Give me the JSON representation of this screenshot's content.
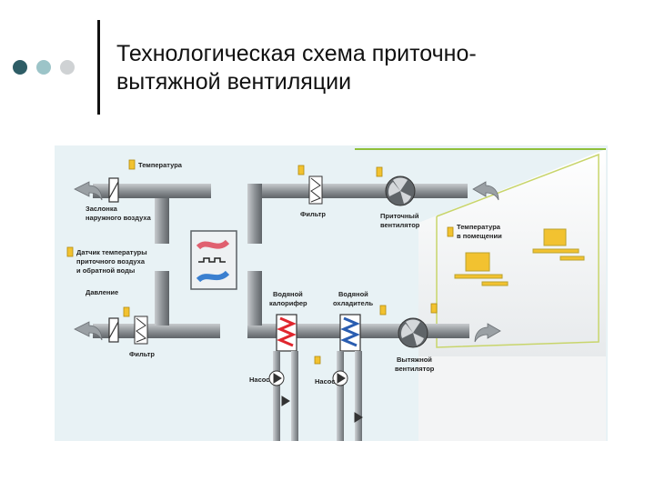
{
  "slide": {
    "title_line1": "Технологическая схема приточно-",
    "title_line2": "вытяжной вентиляции"
  },
  "labels": {
    "temperature": "Температура",
    "outdoor_damper_line1": "Заслонка",
    "outdoor_damper_line2": "наружного воздуха",
    "sensor_line1": "Датчик температуры",
    "sensor_line2": "приточного воздуха",
    "sensor_line3": "и обратной воды",
    "pressure": "Давление",
    "filter_top": "Фильтр",
    "filter_bottom": "Фильтр",
    "supply_fan_line1": "Приточный",
    "supply_fan_line2": "вентилятор",
    "room_temp_line1": "Температура",
    "room_temp_line2": "в помещении",
    "heater_line1": "Водяной",
    "heater_line2": "калорифер",
    "cooler_line1": "Водяной",
    "cooler_line2": "охладитель",
    "exhaust_fan_line1": "Вытяжной",
    "exhaust_fan_line2": "вентилятор",
    "pump_left": "Насос",
    "pump_right": "Насос"
  },
  "colors": {
    "dot_dark": "#2e5d66",
    "dot_mid": "#9cc4c8",
    "dot_light": "#cfd2d4",
    "background_panel": "#e8f2f5",
    "duct": "#8e9397",
    "sensor_yellow": "#f2c230",
    "room_frame": "#c8d56b",
    "heat_red": "#e0262e",
    "cool_blue": "#2a5db0"
  },
  "icons": {
    "air_arrow": "curved-arrow-icon",
    "fan": "fan-icon",
    "damper": "damper-icon",
    "filter": "filter-icon",
    "heat_exchanger": "heat-exchanger-icon",
    "pump": "pump-icon",
    "computer": "computer-icon"
  }
}
